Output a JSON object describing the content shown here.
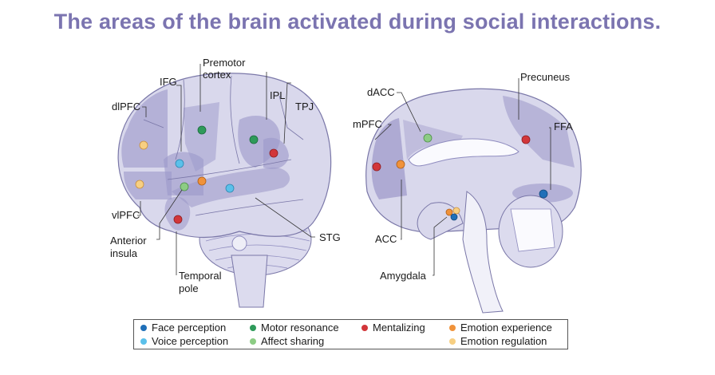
{
  "title": "The areas of the brain activated during social interactions.",
  "colors": {
    "title": "#7b74b0",
    "face_perception": "#1f6fb8",
    "voice_perception": "#5bc0ea",
    "motor_resonance": "#2e9a5a",
    "affect_sharing": "#8ccc84",
    "mentalizing": "#d2363a",
    "emotion_experience": "#f0923a",
    "emotion_regulation": "#f7cf82",
    "brain_base": "#d9d8ec",
    "brain_region": "#9b97c9"
  },
  "lateral_view": {
    "labels": {
      "premotor": "Premotor",
      "premotor2": "cortex",
      "ifg": "IFG",
      "ipl": "IPL",
      "tpj": "TPJ",
      "dlpfc": "dlPFC",
      "vlpfc": "vlPFC",
      "anterior": "Anterior",
      "insula": "insula",
      "temporal": "Temporal",
      "pole": "pole",
      "stg": "STG"
    }
  },
  "medial_view": {
    "labels": {
      "dacc": "dACC",
      "mpfc": "mPFC",
      "precuneus": "Precuneus",
      "ffa": "FFA",
      "acc": "ACC",
      "amygdala": "Amygdala"
    }
  },
  "legend": {
    "items": [
      {
        "label": "Face perception",
        "icon": "dot-icon"
      },
      {
        "label": "Voice perception",
        "icon": "dot-icon"
      },
      {
        "label": "Motor resonance",
        "icon": "dot-icon"
      },
      {
        "label": "Affect sharing",
        "icon": "dot-icon"
      },
      {
        "label": "Mentalizing",
        "icon": "dot-icon"
      },
      {
        "label": "Emotion experience",
        "icon": "dot-icon"
      },
      {
        "label": "Emotion regulation",
        "icon": "dot-icon"
      }
    ]
  }
}
